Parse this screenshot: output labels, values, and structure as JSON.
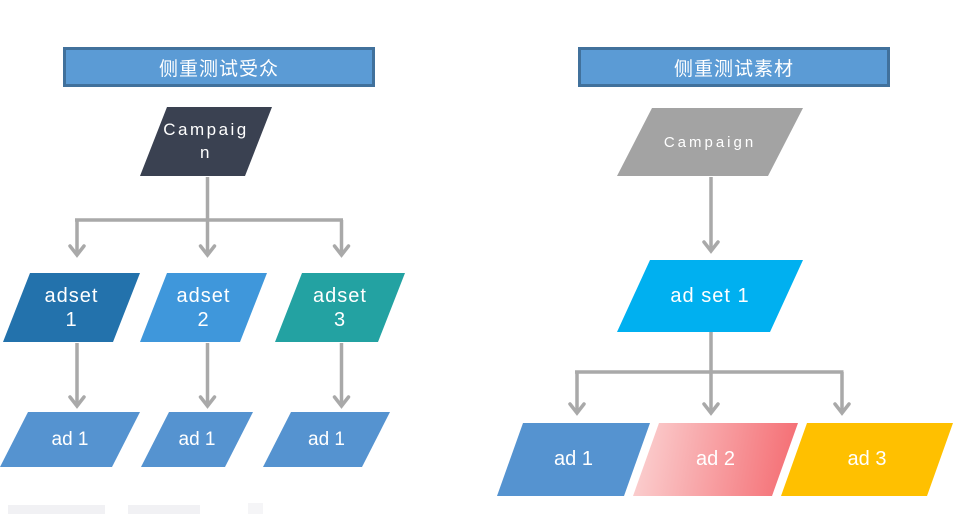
{
  "left_panel": {
    "title": "侧重测试受众",
    "campaign_label": "Campaign",
    "adsets": [
      {
        "label": "adset 1"
      },
      {
        "label": "adset 2"
      },
      {
        "label": "adset 3"
      }
    ],
    "ads": [
      {
        "label": "ad 1"
      },
      {
        "label": "ad 1"
      },
      {
        "label": "ad 1"
      }
    ]
  },
  "right_panel": {
    "title": "侧重测试素材",
    "campaign_label": "Campaign",
    "adset_label": "ad set 1",
    "ads": [
      {
        "label": "ad 1"
      },
      {
        "label": "ad 2"
      },
      {
        "label": "ad 3"
      }
    ]
  },
  "colors": {
    "header_fill": "#5B9BD5",
    "header_border": "#41719C",
    "left_campaign": "#3A4151",
    "adset_1": "#2372AC",
    "adset_2": "#3F97DB",
    "adset_3": "#23A2A2",
    "ad_blue": "#5593D0",
    "right_campaign": "#A3A3A3",
    "right_adset": "#00B0F0",
    "ad2_gradient": "linear-gradient(100deg, #FBD4D4 0%, #F4696F 100%)",
    "ad3_amber": "#FFC000",
    "connector": "#A9A9A9"
  }
}
